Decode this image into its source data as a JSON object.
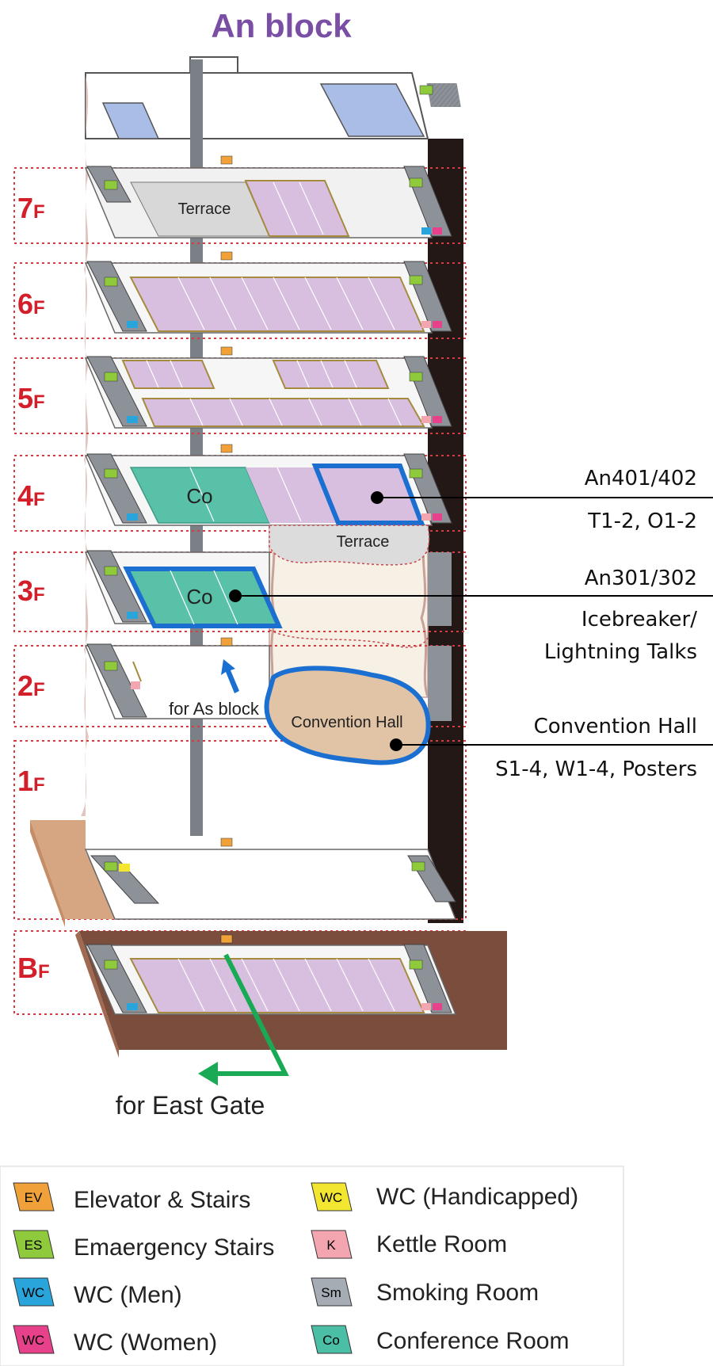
{
  "title": "An block",
  "floors": [
    {
      "num": "7",
      "suffix": "F"
    },
    {
      "num": "6",
      "suffix": "F"
    },
    {
      "num": "5",
      "suffix": "F"
    },
    {
      "num": "4",
      "suffix": "F"
    },
    {
      "num": "3",
      "suffix": "F"
    },
    {
      "num": "2",
      "suffix": "F"
    },
    {
      "num": "1",
      "suffix": "F"
    },
    {
      "num": "B",
      "suffix": "F"
    }
  ],
  "labels": {
    "terrace_7f": "Terrace",
    "co_4f": "Co",
    "terrace_4f": "Terrace",
    "co_3f": "Co",
    "for_as_block": "for As block",
    "convention_hall": "Convention Hall",
    "for_east_gate": "for East Gate"
  },
  "callouts": [
    {
      "line1": "An401/402",
      "line2": "T1-2, O1-2"
    },
    {
      "line1": "An301/302",
      "line2": "Icebreaker/",
      "line3": "Lightning Talks"
    },
    {
      "line1": "Convention Hall",
      "line2": "S1-4, W1-4, Posters"
    }
  ],
  "legend": [
    {
      "code": "EV",
      "label": "Elevator & Stairs",
      "color": "#f0a13a"
    },
    {
      "code": "ES",
      "label": "Emaergency Stairs",
      "color": "#8fca3c"
    },
    {
      "code": "WC",
      "label": "WC (Men)",
      "color": "#29a5dc"
    },
    {
      "code": "WC",
      "label": "WC (Women)",
      "color": "#e6418a"
    },
    {
      "code": "WC",
      "label": "WC (Handicapped)",
      "color": "#f2e630"
    },
    {
      "code": "K",
      "label": "Kettle Room",
      "color": "#f4a6b0"
    },
    {
      "code": "Sm",
      "label": "Smoking Room",
      "color": "#a5acb3"
    },
    {
      "code": "Co",
      "label": "Conference Room",
      "color": "#4bbfa6"
    }
  ],
  "colors": {
    "title": "#7b4ea6",
    "floor_label": "#d21f2a",
    "room": "#d8bfdf",
    "conference": "#59c1a8",
    "highlight": "#1b6fd0",
    "hall": "#e1c3a6",
    "arrow_east": "#1aaa55"
  }
}
